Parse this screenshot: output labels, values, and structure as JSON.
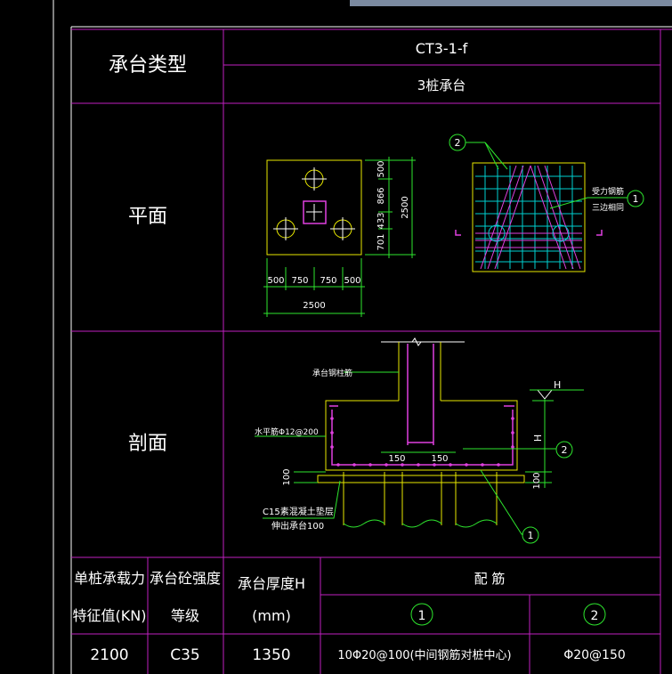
{
  "colors": {
    "background": "#000000",
    "frame": "#ffffff",
    "table_border": "#c020c0",
    "cap": "#e8e800",
    "dim": "#2ee62e",
    "rebar": "#e040e0",
    "grid": "#00d0d0",
    "text": "#ffffff",
    "top_bar": "#7b8aa0"
  },
  "header": {
    "type_label": "承台类型",
    "code": "CT3-1-f",
    "subtitle": "3桩承台"
  },
  "sections": {
    "plan": "平面",
    "section": "剖面"
  },
  "plan_dims": {
    "left_right": [
      "500",
      "750",
      "750",
      "500"
    ],
    "total_width": "2500",
    "vertical": [
      "500",
      "866",
      "433",
      "701"
    ],
    "total_height": "2500"
  },
  "plan_labels": {
    "rebar_main": "受力钢筋",
    "rebar_web": "三边相同",
    "callout_1": "1",
    "callout_2": "2"
  },
  "section_labels": {
    "column_rebar": "承台钢柱筋",
    "horizontal_rebar": "水平筋Φ12@200",
    "dim_150_a": "150",
    "dim_150_b": "150",
    "dim_100_left": "100",
    "dim_100_right": "100",
    "concrete_line1": "C15素混凝土垫层",
    "concrete_line2": "伸出承台100",
    "h_label": "H",
    "h_dim": "H",
    "callout_1": "1",
    "callout_2": "2"
  },
  "table": {
    "col1_line1": "单桩承载力",
    "col1_line2": "特征值(KN)",
    "col2_line1": "承台砼强度",
    "col2_line2": "等级",
    "col3_line1": "承台厚度H",
    "col3_line2": "(mm)",
    "col4_header": "配    筋",
    "rebar_1": "1",
    "rebar_2": "2",
    "values": {
      "capacity": "2100",
      "grade": "C35",
      "thickness": "1350",
      "rebar_1": "10Φ20@100(中间钢筋对桩中心)",
      "rebar_2": "Φ20@150"
    }
  }
}
